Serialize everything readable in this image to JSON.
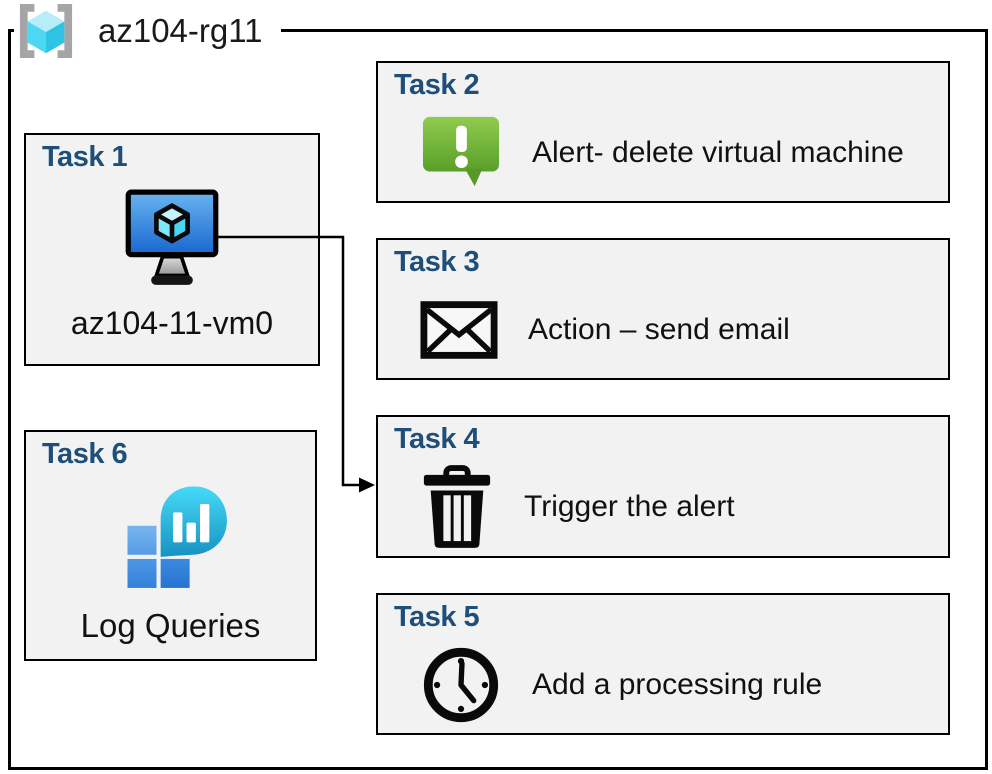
{
  "resource_group": {
    "name": "az104-rg11",
    "icon": "resource-group-icon"
  },
  "tasks": [
    {
      "title": "Task 1",
      "label": "az104-11-vm0",
      "icon": "virtual-machine-icon"
    },
    {
      "title": "Task 2",
      "label": "Alert- delete virtual machine",
      "icon": "alert-message-icon"
    },
    {
      "title": "Task 3",
      "label": "Action – send email",
      "icon": "email-envelope-icon"
    },
    {
      "title": "Task 4",
      "label": "Trigger the alert",
      "icon": "trash-delete-icon"
    },
    {
      "title": "Task 5",
      "label": "Add a processing rule",
      "icon": "clock-schedule-icon"
    },
    {
      "title": "Task 6",
      "label": "Log Queries",
      "icon": "log-queries-icon"
    }
  ],
  "connection": {
    "from": "Task 1",
    "to": "Task 4"
  },
  "colors": {
    "task_title_blue": "#1F4E79",
    "box_fill": "#F2F2F2",
    "box_border": "#000000",
    "alert_green": "#6FB83C",
    "vm_screen_blue": "#2E7FE0",
    "log_bubble_teal": "#2BBBE0",
    "rg_cube_cyan": "#4FD8F0",
    "rg_bracket_gray": "#A5A5A5"
  }
}
